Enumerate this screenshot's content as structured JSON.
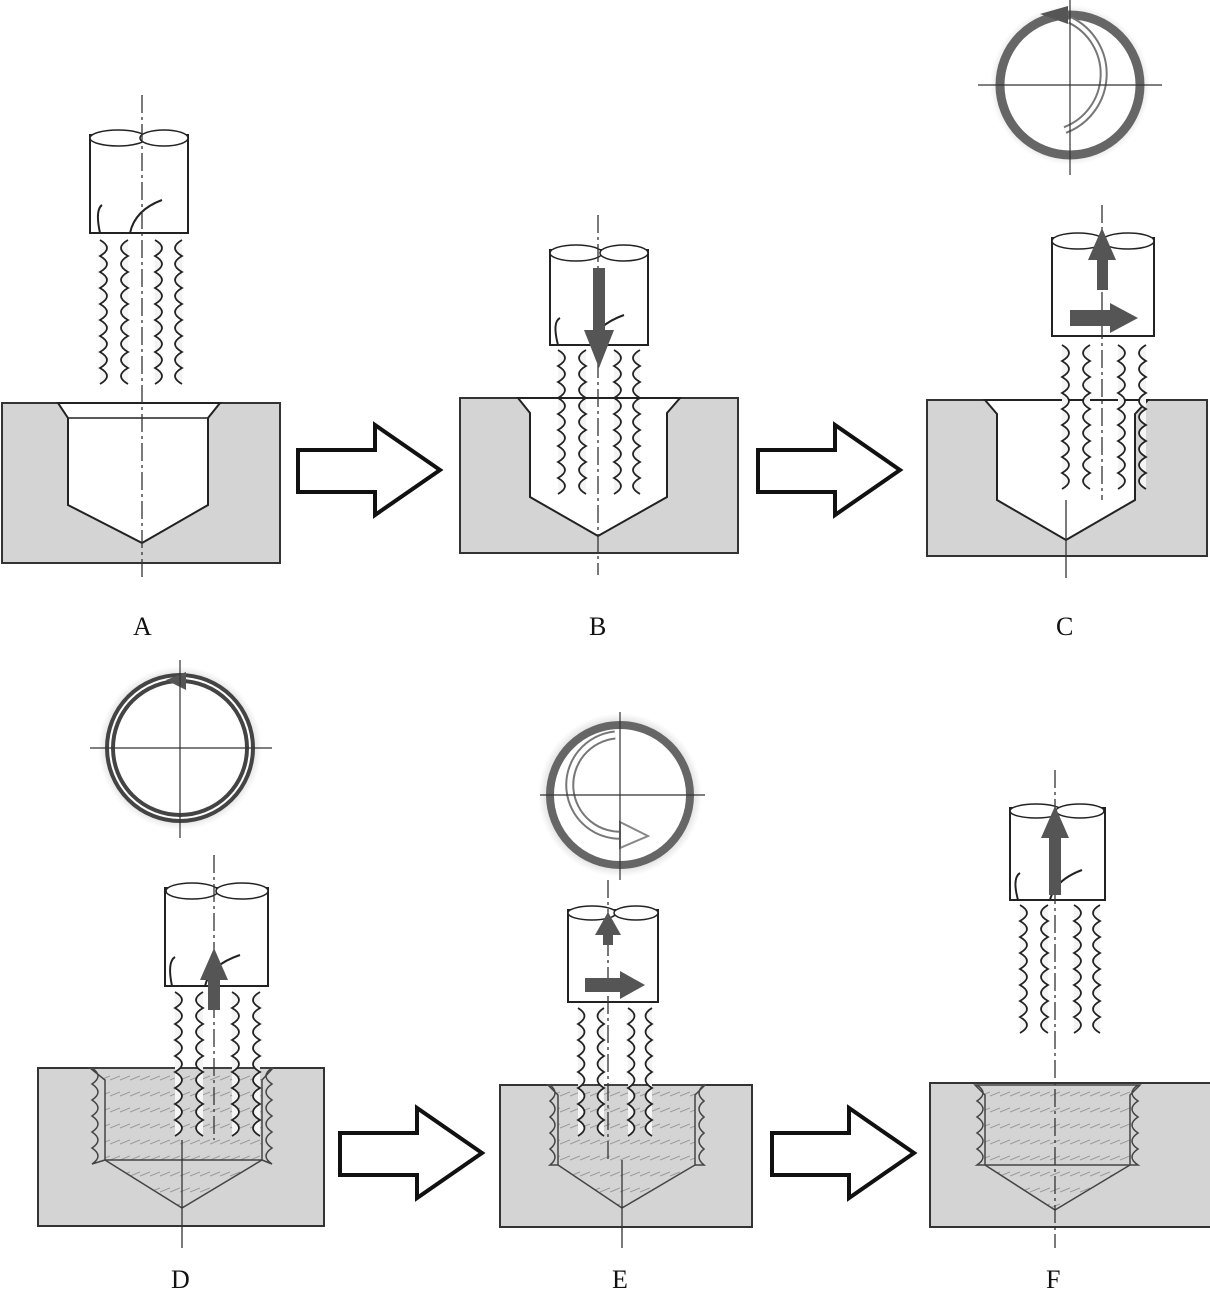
{
  "panels": [
    {
      "label": "A",
      "step": "tool-above-drilled-hole"
    },
    {
      "label": "B",
      "step": "tool-plunged-axially"
    },
    {
      "label": "C",
      "step": "radial-move-in"
    },
    {
      "label": "D",
      "step": "circular-interpolation-full-circle"
    },
    {
      "label": "E",
      "step": "return-to-center"
    },
    {
      "label": "F",
      "step": "tool-retracted-thread-finished"
    }
  ],
  "colors": {
    "workpiece": "#d4d4d4",
    "outline": "#222222",
    "arrow_fill": "#555555",
    "tool_fill": "#ffffff"
  },
  "icons": {
    "flow_arrow": "hollow-right-arrow",
    "motion_arrow": "solid-direction-arrow",
    "path_indicator": "circular-path-icon"
  }
}
